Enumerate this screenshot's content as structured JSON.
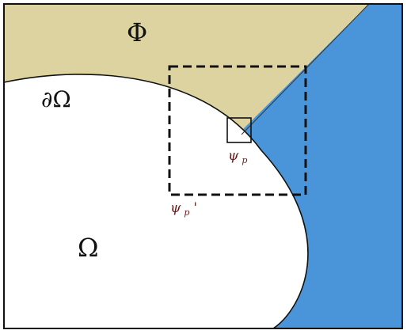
{
  "colors": {
    "phi_region": "#DDD3A1",
    "omega_region": "#FFFFFF",
    "outer_region": "#4A95D9",
    "frame": "#111111",
    "psi_label": "#6B1A1A"
  },
  "labels": {
    "phi": "Φ",
    "boundary": "∂Ω",
    "omega": "Ω",
    "psi_p_symbol": "ψ",
    "psi_p_sub": "p",
    "psi_p_prime_symbol": "ψ",
    "psi_p_prime_sub": "p",
    "psi_p_prime_mark": "'"
  }
}
